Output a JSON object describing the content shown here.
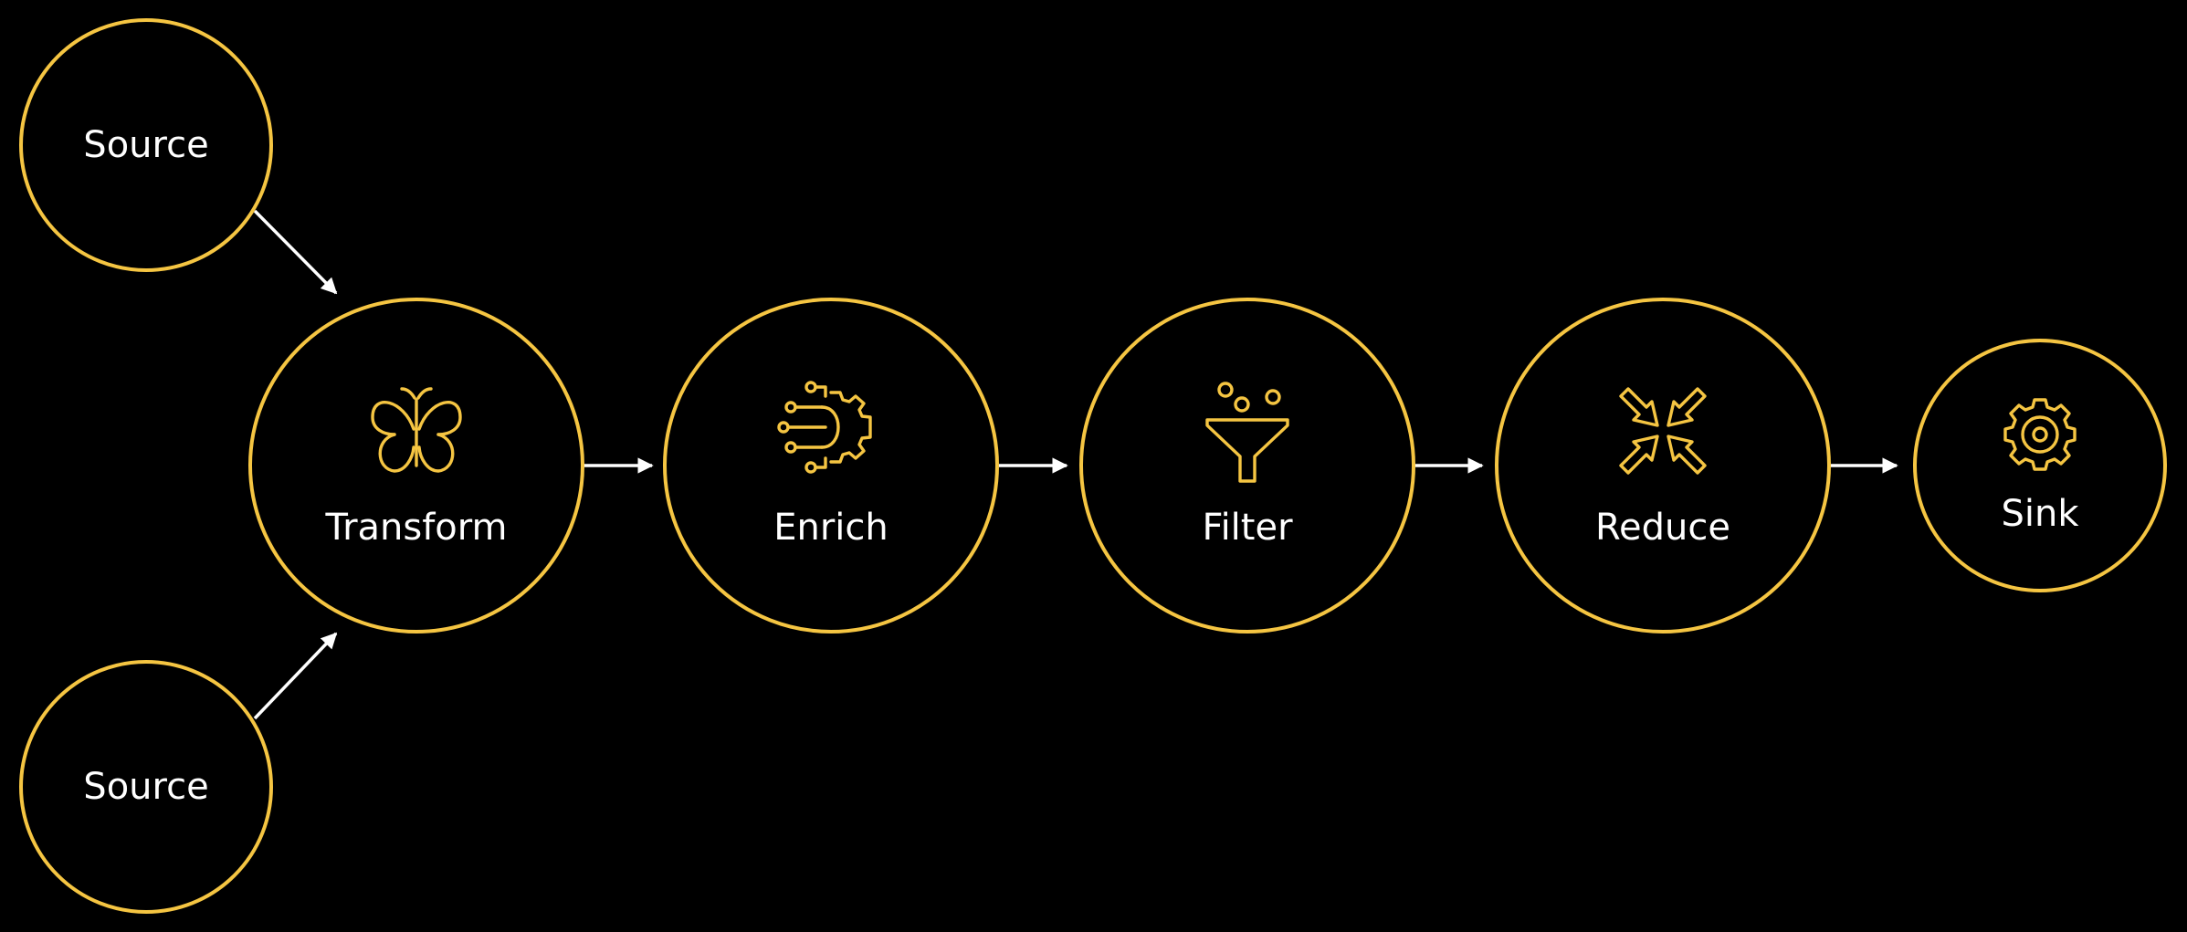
{
  "colors": {
    "background": "#000000",
    "node_stroke": "#f5c542",
    "icon": "#f5c542",
    "text": "#ffffff",
    "edge": "#ffffff"
  },
  "nodes": [
    {
      "id": "source-top",
      "label": "Source",
      "icon": ""
    },
    {
      "id": "source-bottom",
      "label": "Source",
      "icon": ""
    },
    {
      "id": "transform",
      "label": "Transform",
      "icon": "butterfly-icon"
    },
    {
      "id": "enrich",
      "label": "Enrich",
      "icon": "data-gear-icon"
    },
    {
      "id": "filter",
      "label": "Filter",
      "icon": "funnel-icon"
    },
    {
      "id": "reduce",
      "label": "Reduce",
      "icon": "compress-arrows-icon"
    },
    {
      "id": "sink",
      "label": "Sink",
      "icon": "gear-icon"
    }
  ],
  "edges": [
    {
      "from": "source-top",
      "to": "transform"
    },
    {
      "from": "source-bottom",
      "to": "transform"
    },
    {
      "from": "transform",
      "to": "enrich"
    },
    {
      "from": "enrich",
      "to": "filter"
    },
    {
      "from": "filter",
      "to": "reduce"
    },
    {
      "from": "reduce",
      "to": "sink"
    }
  ]
}
